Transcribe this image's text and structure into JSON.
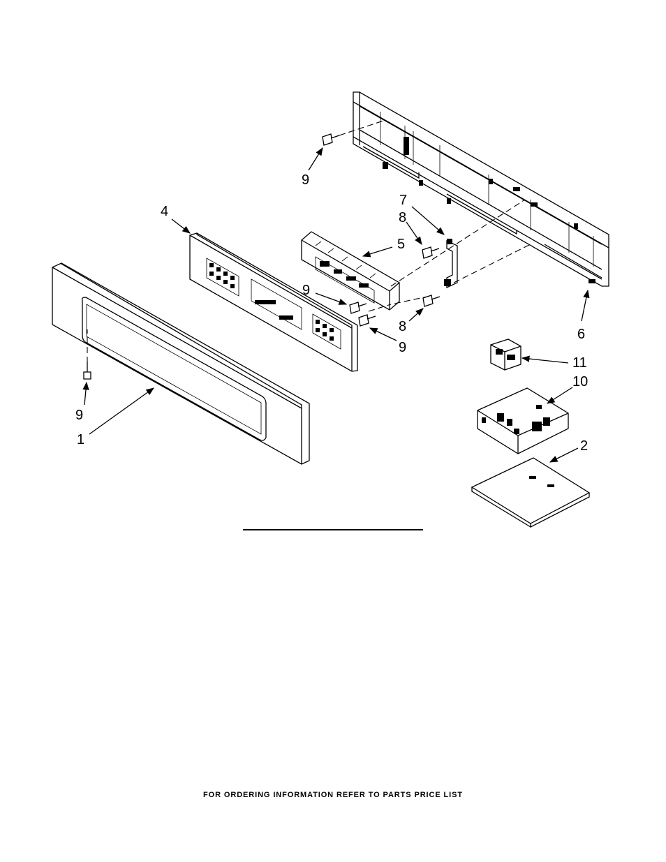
{
  "diagram": {
    "callouts": [
      {
        "id": "c1",
        "label": "1"
      },
      {
        "id": "c2",
        "label": "2"
      },
      {
        "id": "c4",
        "label": "4"
      },
      {
        "id": "c5",
        "label": "5"
      },
      {
        "id": "c6",
        "label": "6"
      },
      {
        "id": "c7",
        "label": "7"
      },
      {
        "id": "c8a",
        "label": "8"
      },
      {
        "id": "c8b",
        "label": "8"
      },
      {
        "id": "c9a",
        "label": "9"
      },
      {
        "id": "c9b",
        "label": "9"
      },
      {
        "id": "c9c",
        "label": "9"
      },
      {
        "id": "c9d",
        "label": "9"
      },
      {
        "id": "c10",
        "label": "10"
      },
      {
        "id": "c11",
        "label": "11"
      }
    ]
  },
  "footer": {
    "text": "FOR ORDERING INFORMATION REFER TO PARTS PRICE LIST"
  }
}
